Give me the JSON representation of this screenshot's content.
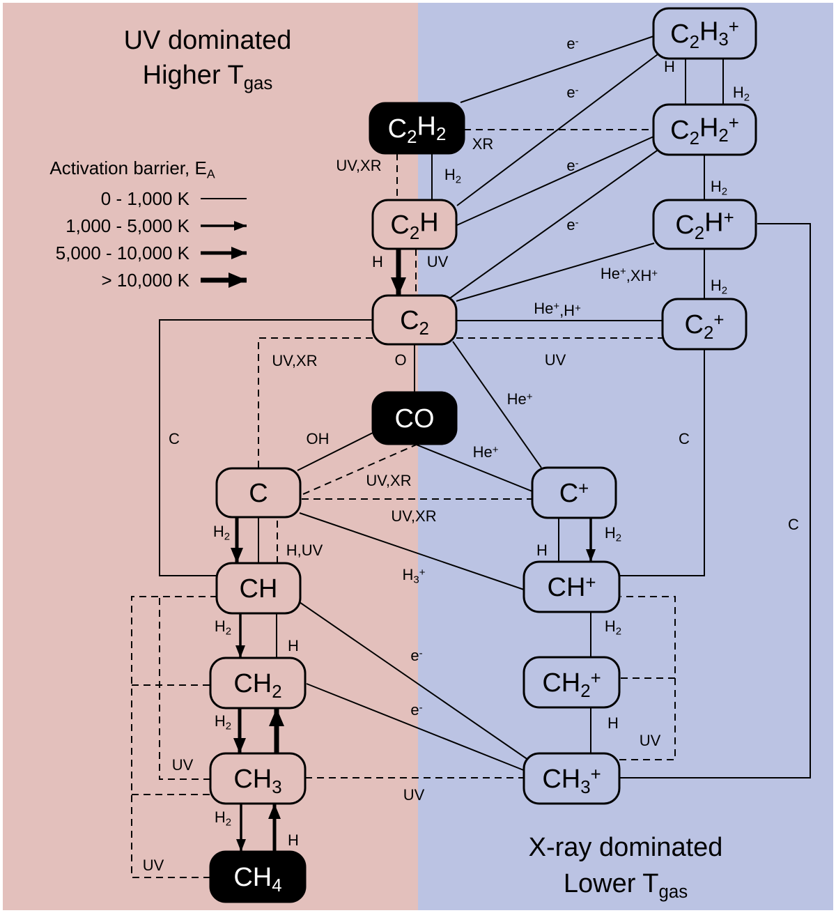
{
  "colors": {
    "uv_region": "#e3c0bc",
    "xray_region": "#bbc3e3",
    "node_dark_fill": "#000000",
    "node_light_fill_uv": "#e3c0bc",
    "node_light_fill_xray": "#bbc3e3",
    "stroke": "#000000"
  },
  "titles": {
    "uv_line1": "UV dominated",
    "uv_line2_main": "Higher T",
    "uv_line2_sub": "gas",
    "xray_line1": "X-ray dominated",
    "xray_line2_main": "Lower T",
    "xray_line2_sub": "gas"
  },
  "legend": {
    "title_main": "Activation barrier, E",
    "title_sub": "A",
    "items": [
      {
        "label": "0 - 1,000 K",
        "weight": 1
      },
      {
        "label": "1,000 - 5,000 K",
        "weight": 2
      },
      {
        "label": "5,000 - 10,000 K",
        "weight": 3
      },
      {
        "label": "> 10,000 K",
        "weight": 4
      }
    ]
  },
  "nodes": {
    "c2h3p": {
      "parts": [
        [
          "C",
          ""
        ],
        [
          "2",
          "sub"
        ],
        [
          "H",
          ""
        ],
        [
          "3",
          "sub"
        ],
        [
          "+",
          "sup"
        ]
      ],
      "dark": false,
      "region": "xray"
    },
    "c2h2p": {
      "parts": [
        [
          "C",
          ""
        ],
        [
          "2",
          "sub"
        ],
        [
          "H",
          ""
        ],
        [
          "2",
          "sub"
        ],
        [
          "+",
          "sup"
        ]
      ],
      "dark": false,
      "region": "xray"
    },
    "c2hp": {
      "parts": [
        [
          "C",
          ""
        ],
        [
          "2",
          "sub"
        ],
        [
          "H",
          ""
        ],
        [
          "+",
          "sup"
        ]
      ],
      "dark": false,
      "region": "xray"
    },
    "c2p": {
      "parts": [
        [
          "C",
          ""
        ],
        [
          "2",
          "sub"
        ],
        [
          "+",
          "sup"
        ]
      ],
      "dark": false,
      "region": "xray"
    },
    "cp": {
      "parts": [
        [
          "C",
          ""
        ],
        [
          "+",
          "sup"
        ]
      ],
      "dark": false,
      "region": "xray"
    },
    "chp": {
      "parts": [
        [
          "CH",
          ""
        ],
        [
          "+",
          "sup"
        ]
      ],
      "dark": false,
      "region": "xray"
    },
    "ch2p": {
      "parts": [
        [
          "CH",
          ""
        ],
        [
          "2",
          "sub"
        ],
        [
          "+",
          "sup"
        ]
      ],
      "dark": false,
      "region": "xray"
    },
    "ch3p": {
      "parts": [
        [
          "CH",
          ""
        ],
        [
          "3",
          "sub"
        ],
        [
          "+",
          "sup"
        ]
      ],
      "dark": false,
      "region": "xray"
    },
    "c2h2": {
      "parts": [
        [
          "C",
          ""
        ],
        [
          "2",
          "sub"
        ],
        [
          "H",
          ""
        ],
        [
          "2",
          "sub"
        ]
      ],
      "dark": true,
      "region": "uv"
    },
    "c2h": {
      "parts": [
        [
          "C",
          ""
        ],
        [
          "2",
          "sub"
        ],
        [
          "H",
          ""
        ]
      ],
      "dark": false,
      "region": "uv"
    },
    "c2": {
      "parts": [
        [
          "C",
          ""
        ],
        [
          "2",
          "sub"
        ]
      ],
      "dark": false,
      "region": "uv"
    },
    "co": {
      "parts": [
        [
          "CO",
          ""
        ]
      ],
      "dark": true,
      "region": "uv"
    },
    "c": {
      "parts": [
        [
          "C",
          ""
        ]
      ],
      "dark": false,
      "region": "uv"
    },
    "ch": {
      "parts": [
        [
          "CH",
          ""
        ]
      ],
      "dark": false,
      "region": "uv"
    },
    "ch2": {
      "parts": [
        [
          "CH",
          ""
        ],
        [
          "2",
          "sub"
        ]
      ],
      "dark": false,
      "region": "uv"
    },
    "ch3": {
      "parts": [
        [
          "CH",
          ""
        ],
        [
          "3",
          "sub"
        ]
      ],
      "dark": false,
      "region": "uv"
    },
    "ch4": {
      "parts": [
        [
          "CH",
          ""
        ],
        [
          "4",
          "sub"
        ]
      ],
      "dark": true,
      "region": "uv"
    }
  },
  "edges": [
    {
      "id": "c2h3p-c2h2-e",
      "from": "c2h3p",
      "to": "c2h2",
      "style": "solid",
      "weight": 1
    },
    {
      "id": "c2h3p-c2h-e",
      "from": "c2h3p",
      "to": "c2h",
      "style": "solid",
      "weight": 1
    },
    {
      "id": "c2h3p-c2h2p-H",
      "from": "c2h3p",
      "to": "c2h2p",
      "style": "solid",
      "weight": 1
    },
    {
      "id": "c2h2p-c2h3p-H2",
      "from": "c2h2p",
      "to": "c2h3p",
      "style": "solid",
      "weight": 1
    },
    {
      "id": "c2h2-c2h2p-XR",
      "from": "c2h2",
      "to": "c2h2p",
      "style": "dashed",
      "weight": 1
    },
    {
      "id": "c2h2p-c2h-e",
      "from": "c2h2p",
      "to": "c2h",
      "style": "solid",
      "weight": 1
    },
    {
      "id": "c2h2p-c2-e",
      "from": "c2h2p",
      "to": "c2",
      "style": "solid",
      "weight": 1
    },
    {
      "id": "c2hp-c2h2p-H2",
      "from": "c2hp",
      "to": "c2h2p",
      "style": "solid",
      "weight": 1
    },
    {
      "id": "c2-c2hp-HeXH",
      "from": "c2",
      "to": "c2hp",
      "style": "solid",
      "weight": 1
    },
    {
      "id": "c2p-c2hp-H2",
      "from": "c2p",
      "to": "c2hp",
      "style": "solid",
      "weight": 1
    },
    {
      "id": "c2-c2p-HeH",
      "from": "c2",
      "to": "c2p",
      "style": "solid",
      "weight": 1
    },
    {
      "id": "c2-c2p-UV",
      "from": "c2",
      "to": "c2p",
      "style": "dashed",
      "weight": 1
    },
    {
      "id": "c2h2-c2h-UVXR",
      "from": "c2h2",
      "to": "c2h",
      "style": "dashed",
      "weight": 1
    },
    {
      "id": "c2h-c2h2-H2",
      "from": "c2h",
      "to": "c2h2",
      "style": "solid",
      "weight": 1
    },
    {
      "id": "c2h-c2-H",
      "from": "c2h",
      "to": "c2",
      "style": "solid",
      "weight": 4
    },
    {
      "id": "c2h-c2-UV",
      "from": "c2h",
      "to": "c2",
      "style": "dashed",
      "weight": 1
    },
    {
      "id": "c2-co-O",
      "from": "c2",
      "to": "co",
      "style": "solid",
      "weight": 1
    },
    {
      "id": "c2-cp-He",
      "from": "c2",
      "to": "cp",
      "style": "solid",
      "weight": 1
    },
    {
      "id": "c2-c-UVXR",
      "from": "c2",
      "to": "c",
      "style": "dashed",
      "weight": 1
    },
    {
      "id": "c-co-OH",
      "from": "c",
      "to": "co",
      "style": "solid",
      "weight": 1
    },
    {
      "id": "co-c-UVXR",
      "from": "co",
      "to": "c",
      "style": "dashed",
      "weight": 1
    },
    {
      "id": "co-cp-He",
      "from": "co",
      "to": "cp",
      "style": "solid",
      "weight": 1
    },
    {
      "id": "c-cp-UVXR",
      "from": "c",
      "to": "cp",
      "style": "dashed",
      "weight": 1
    },
    {
      "id": "c-chp-H3",
      "from": "c",
      "to": "chp",
      "style": "solid",
      "weight": 1
    },
    {
      "id": "c-ch-H2",
      "from": "c",
      "to": "ch",
      "style": "solid",
      "weight": 3
    },
    {
      "id": "ch-c-H",
      "from": "ch",
      "to": "c",
      "style": "solid",
      "weight": 1
    },
    {
      "id": "ch-c-HUV",
      "from": "ch",
      "to": "c",
      "style": "dashed",
      "weight": 1
    },
    {
      "id": "ch-c2-C",
      "from": "ch",
      "to": "c2",
      "style": "solid",
      "weight": 1
    },
    {
      "id": "ch-ch2-H2",
      "from": "ch",
      "to": "ch2",
      "style": "solid",
      "weight": 2
    },
    {
      "id": "ch2-ch-H",
      "from": "ch2",
      "to": "ch",
      "style": "solid",
      "weight": 1
    },
    {
      "id": "ch2-ch3-H2",
      "from": "ch2",
      "to": "ch3",
      "style": "solid",
      "weight": 3
    },
    {
      "id": "ch3-ch2-H",
      "from": "ch3",
      "to": "ch2",
      "style": "solid",
      "weight": 4
    },
    {
      "id": "ch3-ch4-H2",
      "from": "ch3",
      "to": "ch4",
      "style": "solid",
      "weight": 2
    },
    {
      "id": "ch4-ch3-H",
      "from": "ch4",
      "to": "ch3",
      "style": "solid",
      "weight": 3
    },
    {
      "id": "ch3-ch3p-UV",
      "from": "ch3",
      "to": "ch3p",
      "style": "dashed",
      "weight": 1
    },
    {
      "id": "ch4-uv-loop",
      "from": "ch4",
      "to": "ch",
      "style": "dashed",
      "weight": 1
    },
    {
      "id": "ch3-uv-loop",
      "from": "ch3",
      "to": "ch",
      "style": "dashed",
      "weight": 1
    },
    {
      "id": "cp-chp-H2",
      "from": "cp",
      "to": "chp",
      "style": "solid",
      "weight": 2
    },
    {
      "id": "chp-cp-H",
      "from": "chp",
      "to": "cp",
      "style": "solid",
      "weight": 1
    },
    {
      "id": "chp-c2p-C",
      "from": "chp",
      "to": "c2p",
      "style": "solid",
      "weight": 1
    },
    {
      "id": "chp-ch2p-H2",
      "from": "chp",
      "to": "ch2p",
      "style": "solid",
      "weight": 1
    },
    {
      "id": "ch2p-ch3p-H2",
      "from": "ch2p",
      "to": "ch3p",
      "style": "solid",
      "weight": 1
    },
    {
      "id": "ch3p-uv-loop",
      "from": "ch3p",
      "to": "chp",
      "style": "dashed",
      "weight": 1
    },
    {
      "id": "ch3p-c2hp-C",
      "from": "ch3p",
      "to": "c2hp",
      "style": "solid",
      "weight": 1
    },
    {
      "id": "ch3p-ch-e",
      "from": "ch3p",
      "to": "ch",
      "style": "solid",
      "weight": 1
    },
    {
      "id": "ch3p-ch2-e",
      "from": "ch3p",
      "to": "ch2",
      "style": "solid",
      "weight": 1
    }
  ],
  "edge_labels": [
    {
      "parts": [
        [
          "e",
          ""
        ],
        [
          "-",
          "sup"
        ]
      ]
    },
    {
      "parts": [
        [
          "e",
          ""
        ],
        [
          "-",
          "sup"
        ]
      ]
    },
    {
      "parts": [
        [
          "H",
          ""
        ]
      ]
    },
    {
      "parts": [
        [
          "H",
          ""
        ],
        [
          "2",
          "sub"
        ]
      ]
    },
    {
      "parts": [
        [
          "XR",
          ""
        ]
      ]
    },
    {
      "parts": [
        [
          "UV,XR",
          ""
        ]
      ]
    },
    {
      "parts": [
        [
          "H",
          ""
        ],
        [
          "2",
          "sub"
        ]
      ]
    },
    {
      "parts": [
        [
          "e",
          ""
        ],
        [
          "-",
          "sup"
        ]
      ]
    },
    {
      "parts": [
        [
          "H",
          ""
        ],
        [
          "2",
          "sub"
        ]
      ]
    },
    {
      "parts": [
        [
          "e",
          ""
        ],
        [
          "-",
          "sup"
        ]
      ]
    },
    {
      "parts": [
        [
          "H",
          ""
        ]
      ]
    },
    {
      "parts": [
        [
          "UV",
          ""
        ]
      ]
    },
    {
      "parts": [
        [
          "He",
          ""
        ],
        [
          "+",
          "sup"
        ],
        [
          ",XH",
          ""
        ],
        [
          "+",
          "sup"
        ]
      ]
    },
    {
      "parts": [
        [
          "H",
          ""
        ],
        [
          "2",
          "sub"
        ]
      ]
    },
    {
      "parts": [
        [
          "He",
          ""
        ],
        [
          "+",
          "sup"
        ],
        [
          ",H",
          ""
        ],
        [
          "+",
          "sup"
        ]
      ]
    },
    {
      "parts": [
        [
          "UV",
          ""
        ]
      ]
    },
    {
      "parts": [
        [
          "UV,XR",
          ""
        ]
      ]
    },
    {
      "parts": [
        [
          "O",
          ""
        ]
      ]
    },
    {
      "parts": [
        [
          "He",
          ""
        ],
        [
          "+",
          "sup"
        ]
      ]
    },
    {
      "parts": [
        [
          "C",
          ""
        ]
      ]
    },
    {
      "parts": [
        [
          "OH",
          ""
        ]
      ]
    },
    {
      "parts": [
        [
          "He",
          ""
        ],
        [
          "+",
          "sup"
        ]
      ]
    },
    {
      "parts": [
        [
          "C",
          ""
        ]
      ]
    },
    {
      "parts": [
        [
          "UV,XR",
          ""
        ]
      ]
    },
    {
      "parts": [
        [
          "UV,XR",
          ""
        ]
      ]
    },
    {
      "parts": [
        [
          "C",
          ""
        ]
      ]
    },
    {
      "parts": [
        [
          "H",
          ""
        ],
        [
          "2",
          "sub"
        ]
      ]
    },
    {
      "parts": [
        [
          "H,UV",
          ""
        ]
      ]
    },
    {
      "parts": [
        [
          "H",
          ""
        ],
        [
          "2",
          "sub"
        ]
      ]
    },
    {
      "parts": [
        [
          "H",
          ""
        ]
      ]
    },
    {
      "parts": [
        [
          "H",
          ""
        ],
        [
          "3",
          "sub"
        ],
        [
          "+",
          "sup"
        ]
      ]
    },
    {
      "parts": [
        [
          "H",
          ""
        ],
        [
          "2",
          "sub"
        ]
      ]
    },
    {
      "parts": [
        [
          "H",
          ""
        ]
      ]
    },
    {
      "parts": [
        [
          "e",
          ""
        ],
        [
          "-",
          "sup"
        ]
      ]
    },
    {
      "parts": [
        [
          "H",
          ""
        ],
        [
          "2",
          "sub"
        ]
      ]
    },
    {
      "parts": [
        [
          "H",
          ""
        ]
      ]
    },
    {
      "parts": [
        [
          "e",
          ""
        ],
        [
          "-",
          "sup"
        ]
      ]
    },
    {
      "parts": [
        [
          "H",
          ""
        ],
        [
          "2",
          "sub"
        ]
      ]
    },
    {
      "parts": [
        [
          "UV",
          ""
        ]
      ]
    },
    {
      "parts": [
        [
          "UV",
          ""
        ]
      ]
    },
    {
      "parts": [
        [
          "UV",
          ""
        ]
      ]
    },
    {
      "parts": [
        [
          "H",
          ""
        ],
        [
          "2",
          "sub"
        ]
      ]
    },
    {
      "parts": [
        [
          "H",
          ""
        ]
      ]
    },
    {
      "parts": [
        [
          "UV",
          ""
        ]
      ]
    }
  ]
}
